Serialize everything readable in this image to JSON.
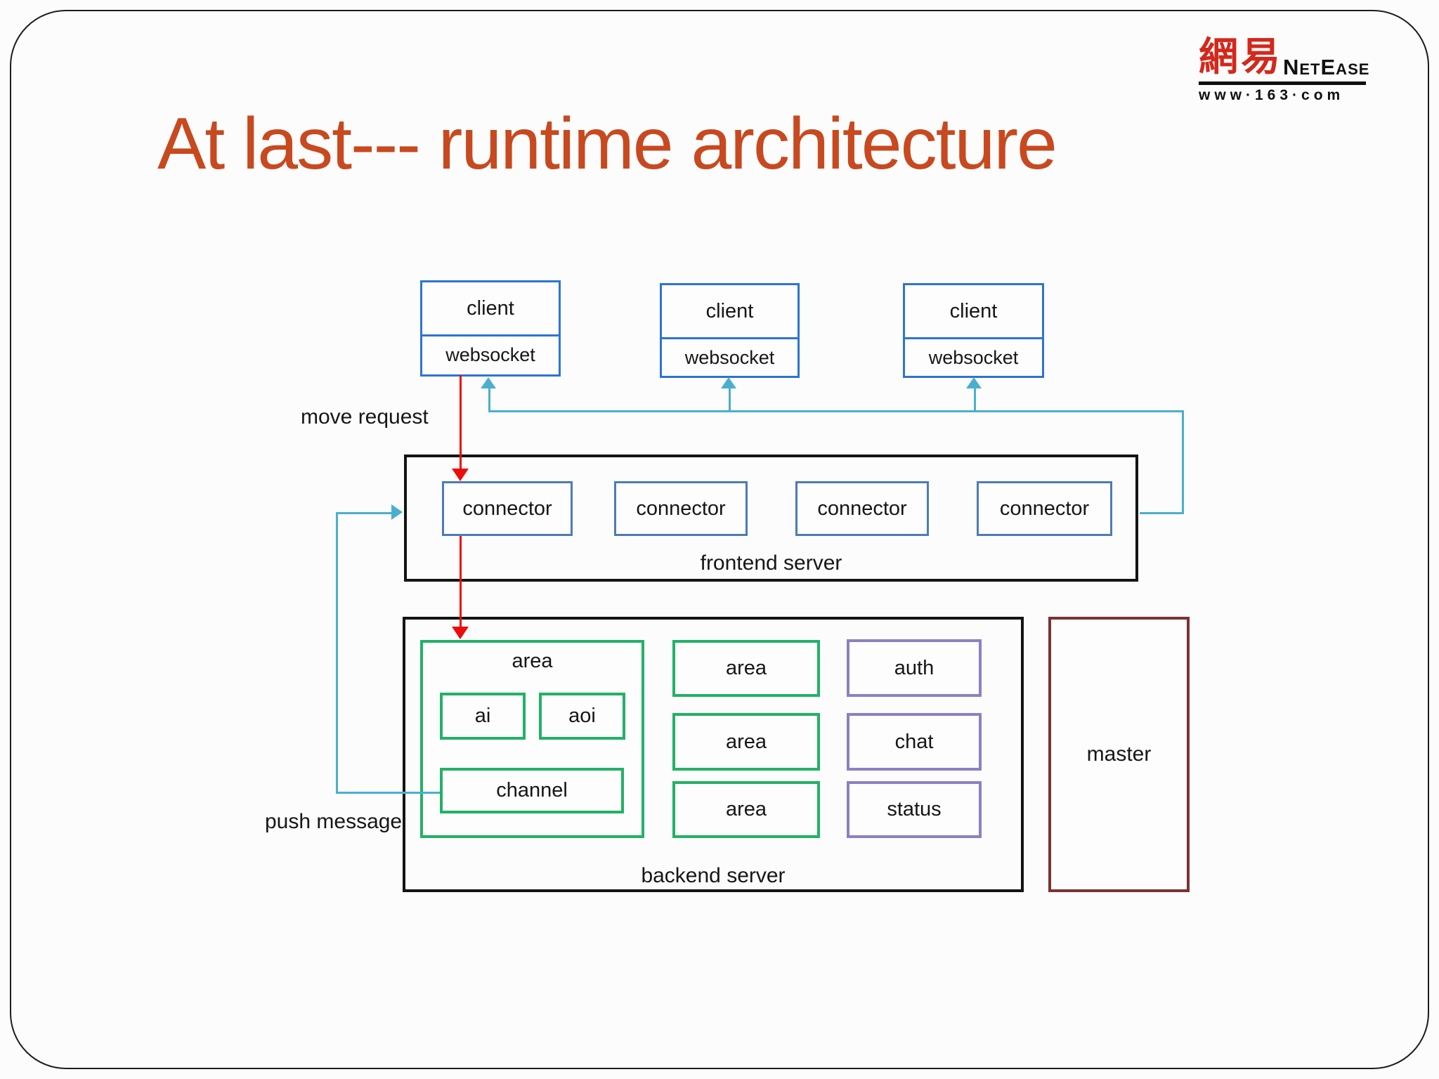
{
  "title": "At last--- runtime architecture",
  "logo": {
    "hanzi": "網易",
    "brand": "NetEase",
    "url": "www·163·com"
  },
  "clients": [
    {
      "label": "client",
      "socket": "websocket"
    },
    {
      "label": "client",
      "socket": "websocket"
    },
    {
      "label": "client",
      "socket": "websocket"
    }
  ],
  "frontend_server": {
    "label": "frontend server",
    "connectors": [
      "connector",
      "connector",
      "connector",
      "connector"
    ]
  },
  "backend_server": {
    "label": "backend server",
    "area_group": {
      "label": "area",
      "ai": "ai",
      "aoi": "aoi",
      "channel": "channel"
    },
    "areas": [
      "area",
      "area",
      "area"
    ],
    "services": [
      "auth",
      "chat",
      "status"
    ]
  },
  "master": {
    "label": "master"
  },
  "edges": {
    "move_request": "move request",
    "push_message": "push message"
  },
  "colors": {
    "title": "#c8491f",
    "logo_red": "#d3281c",
    "client_border": "#2e74d0",
    "connector_border": "#4d7cb5",
    "server_border": "#141414",
    "area_border": "#23b167",
    "service_border": "#8d80c2",
    "master_border": "#7b3333",
    "request_arrow": "#ee0b0b",
    "response_arrow": "#4aafce"
  }
}
